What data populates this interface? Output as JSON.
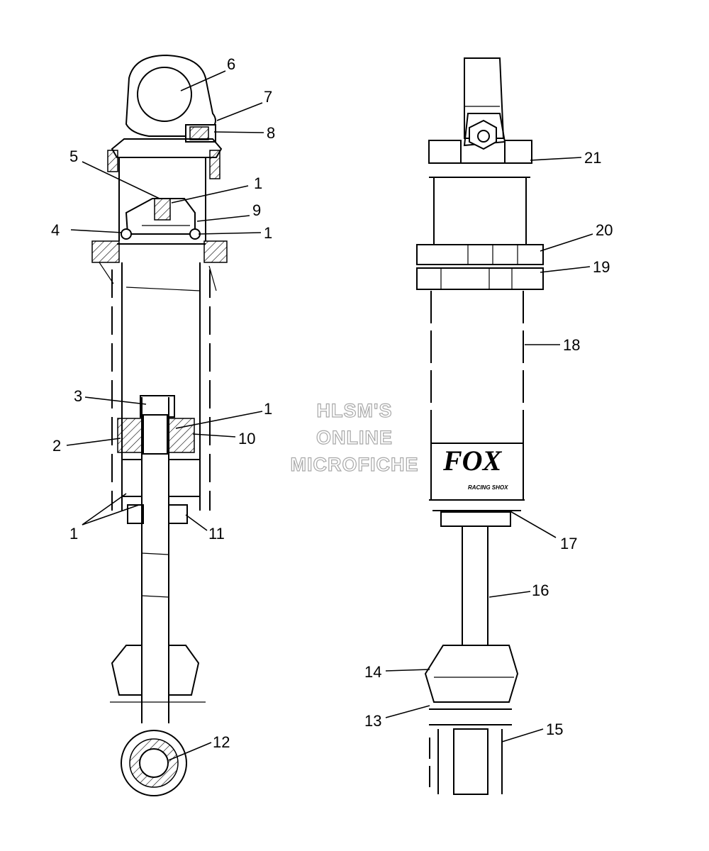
{
  "watermark": {
    "line1": "HLSM'S",
    "line2": "ONLINE",
    "line3": "MICROFICHE"
  },
  "brand": {
    "logo": "FOX",
    "tagline": "RACING SHOX"
  },
  "callouts": {
    "c1a": "1",
    "c1b": "1",
    "c1c": "1",
    "c1d": "1",
    "c2": "2",
    "c3": "3",
    "c4": "4",
    "c5": "5",
    "c6": "6",
    "c7": "7",
    "c8": "8",
    "c9": "9",
    "c10": "10",
    "c11": "11",
    "c12": "12",
    "c13": "13",
    "c14": "14",
    "c15": "15",
    "c16": "16",
    "c17": "17",
    "c18": "18",
    "c19": "19",
    "c20": "20",
    "c21": "21"
  }
}
